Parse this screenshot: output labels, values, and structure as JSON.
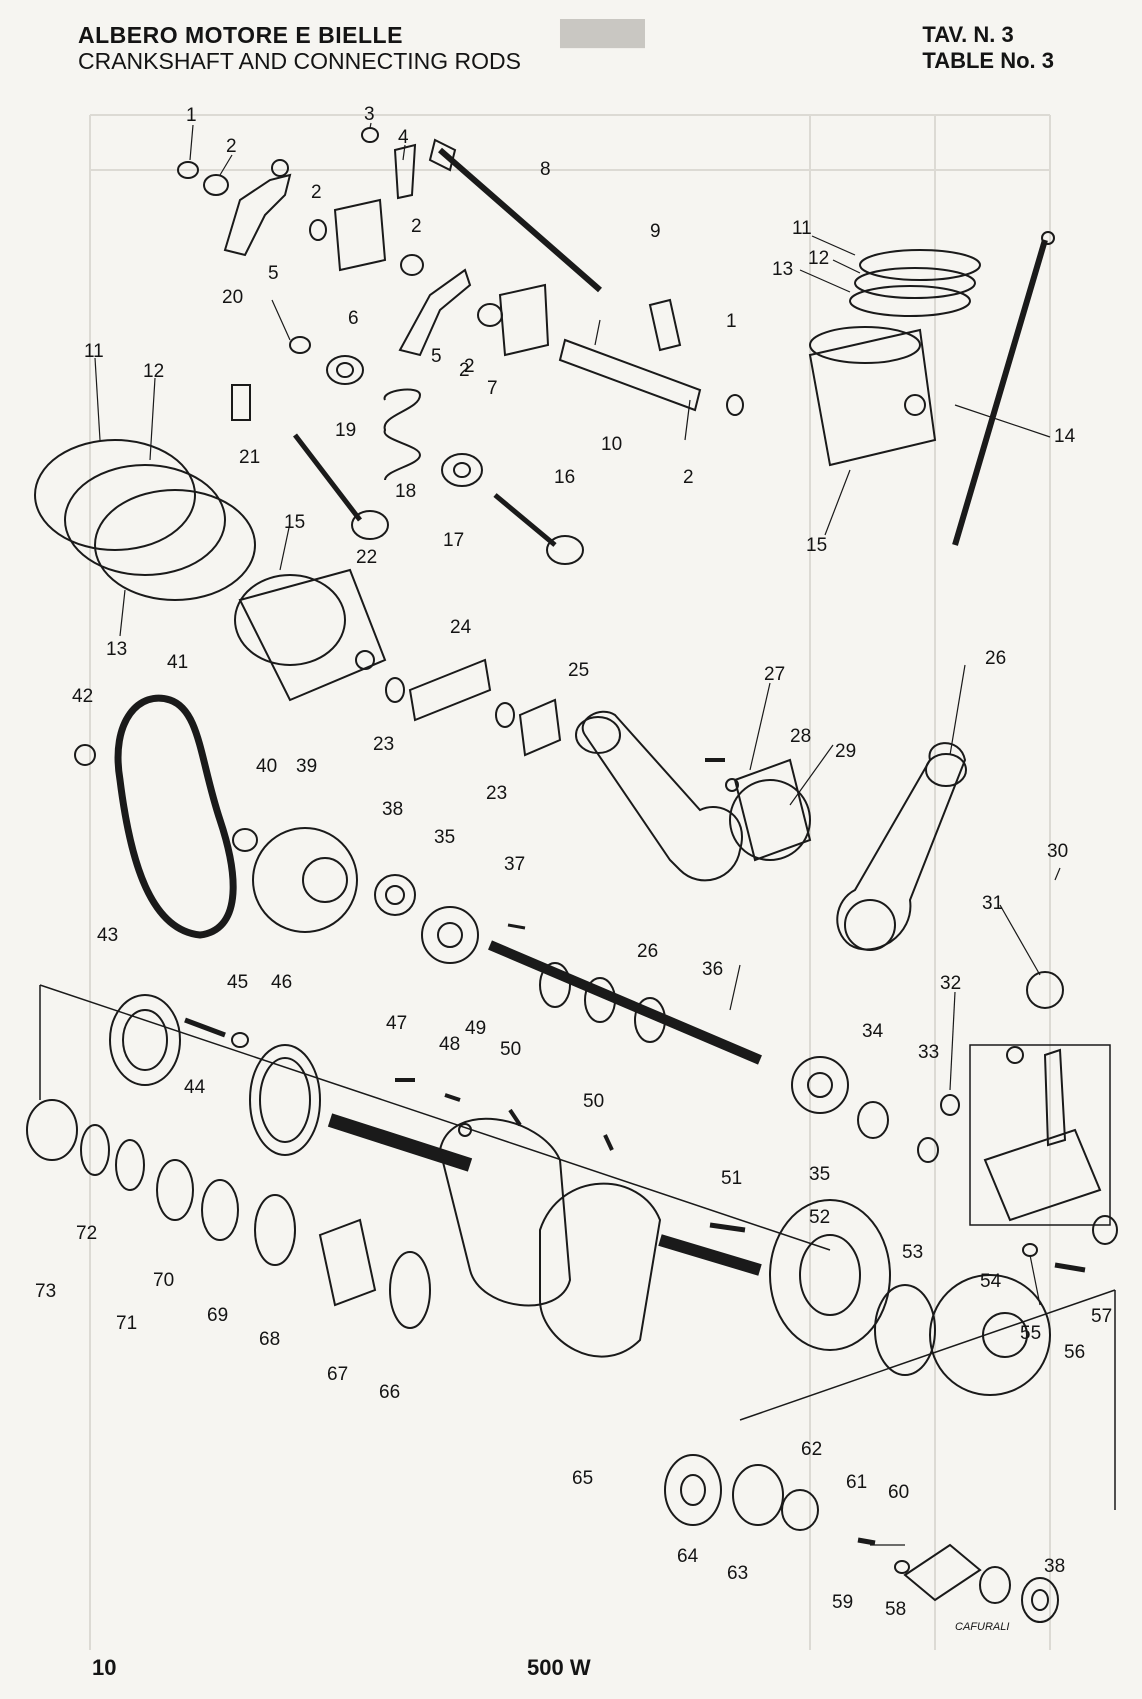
{
  "header": {
    "title_it": "ALBERO MOTORE E BIELLE",
    "title_en": "CRANKSHAFT AND CONNECTING RODS",
    "tav": "TAV. N. 3",
    "table": "TABLE No. 3"
  },
  "callouts": [
    "1",
    "2",
    "3",
    "4",
    "2",
    "8",
    "2",
    "2",
    "5",
    "6",
    "9",
    "20",
    "5",
    "2",
    "7",
    "1",
    "11",
    "12",
    "19",
    "21",
    "18",
    "10",
    "2",
    "16",
    "17",
    "22",
    "13",
    "15",
    "24",
    "25",
    "23",
    "23",
    "41",
    "42",
    "40",
    "39",
    "38",
    "35",
    "37",
    "26",
    "28",
    "29",
    "27",
    "26",
    "30",
    "31",
    "43",
    "45",
    "46",
    "44",
    "36",
    "32",
    "34",
    "33",
    "47",
    "49",
    "50",
    "48",
    "50",
    "51",
    "35",
    "52",
    "53",
    "54",
    "55",
    "57",
    "56",
    "73",
    "72",
    "71",
    "70",
    "69",
    "68",
    "67",
    "66",
    "65",
    "62",
    "61",
    "60",
    "64",
    "63",
    "59",
    "58",
    "38",
    "11",
    "12",
    "13",
    "14",
    "15"
  ],
  "signature": "CAFURALI",
  "footer": {
    "page_number": "10",
    "model": "500 W"
  }
}
